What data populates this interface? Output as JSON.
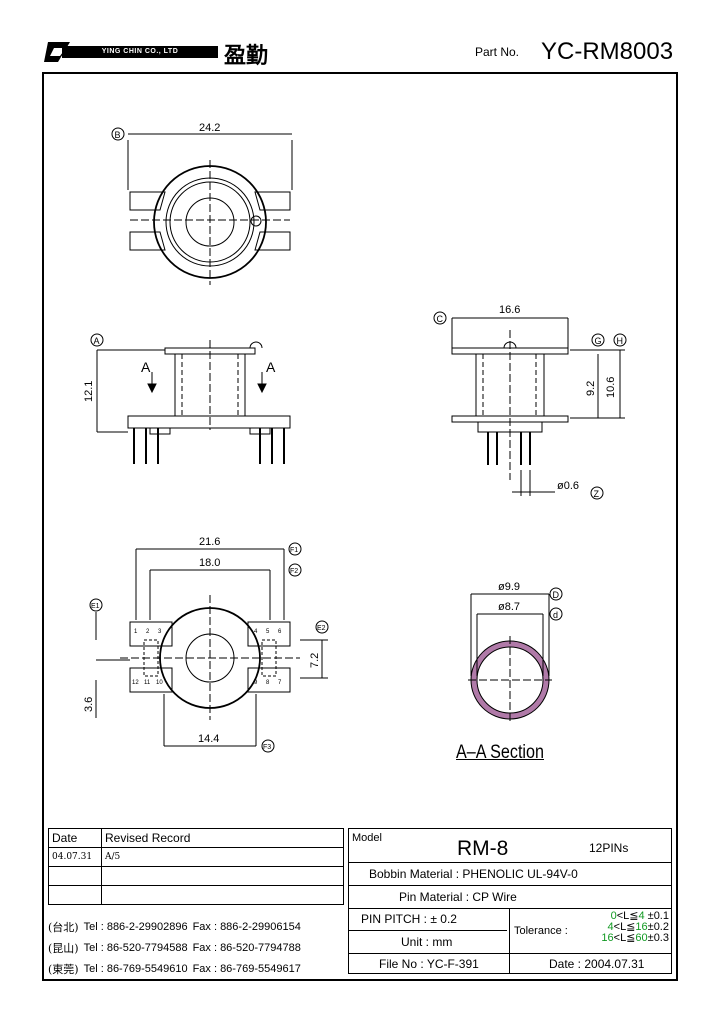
{
  "header": {
    "company_en": "YING CHIN CO., LTD",
    "company_cn": "盈勤",
    "part_no_label": "Part No.",
    "part_no": "YC-RM8003"
  },
  "drawing": {
    "top_view": {
      "ref": "B",
      "dim": "24.2"
    },
    "side_view": {
      "ref": "A",
      "dim": "12.1",
      "section_mark": "A"
    },
    "front_view": {
      "ref_c": "C",
      "ref_g": "G",
      "ref_h": "H",
      "ref_z": "Z",
      "dim_width": "16.6",
      "dim_92": "9.2",
      "dim_106": "10.6",
      "dim_pin": "ø0.6"
    },
    "bottom_view": {
      "ref_f1": "F1",
      "ref_f2": "F2",
      "ref_f3": "F3",
      "ref_e1": "E1",
      "ref_e2": "E2",
      "dim_216": "21.6",
      "dim_180": "18.0",
      "dim_144": "14.4",
      "dim_72": "7.2",
      "dim_36": "3.6",
      "pins": [
        "1",
        "2",
        "3",
        "4",
        "5",
        "6",
        "7",
        "8",
        "9",
        "10",
        "11",
        "12"
      ]
    },
    "section": {
      "ref_d_upper": "D",
      "ref_d_lower": "d",
      "dim_outer": "ø9.9",
      "dim_inner": "ø8.7",
      "label": "A–A Section"
    }
  },
  "revision": {
    "col_date": "Date",
    "col_record": "Revised Record",
    "rows": [
      {
        "date": "04.07.31",
        "record": "A/5"
      },
      {
        "date": "",
        "record": ""
      },
      {
        "date": "",
        "record": ""
      }
    ]
  },
  "contacts": [
    {
      "loc": "(台北)",
      "tel": "Tel : 886-2-29902896",
      "fax": "Fax : 886-2-29906154"
    },
    {
      "loc": "(昆山)",
      "tel": "Tel : 86-520-7794588",
      "fax": "Fax : 86-520-7794788"
    },
    {
      "loc": "(東莞)",
      "tel": "Tel : 86-769-5549610",
      "fax": "Fax : 86-769-5549617"
    }
  ],
  "info": {
    "model_label": "Model",
    "model": "RM-8",
    "pins": "12PINs",
    "bobbin_label": "Bobbin  Material :",
    "bobbin": "PHENOLIC UL-94V-0",
    "pin_mat_label": "Pin  Material :",
    "pin_mat": "CP Wire",
    "pitch_label": "PIN  PITCH :",
    "pitch": "± 0.2",
    "unit_label": "Unit :",
    "unit": "mm",
    "file_label": "File  No :",
    "file": "YC-F-391",
    "tolerance_label": "Tolerance :",
    "tol": [
      {
        "lo": "0",
        "op": "<L≦",
        "hi": "4",
        "val": "±0.1"
      },
      {
        "lo": "4",
        "op": "<L≦",
        "hi": "16",
        "val": "±0.2"
      },
      {
        "lo": "16",
        "op": "<L≦",
        "hi": "60",
        "val": "±0.3"
      }
    ],
    "date_label": "Date :",
    "date": "2004.07.31"
  },
  "colors": {
    "highlight_green": "#119922",
    "section_ring": "#b07aa8"
  }
}
